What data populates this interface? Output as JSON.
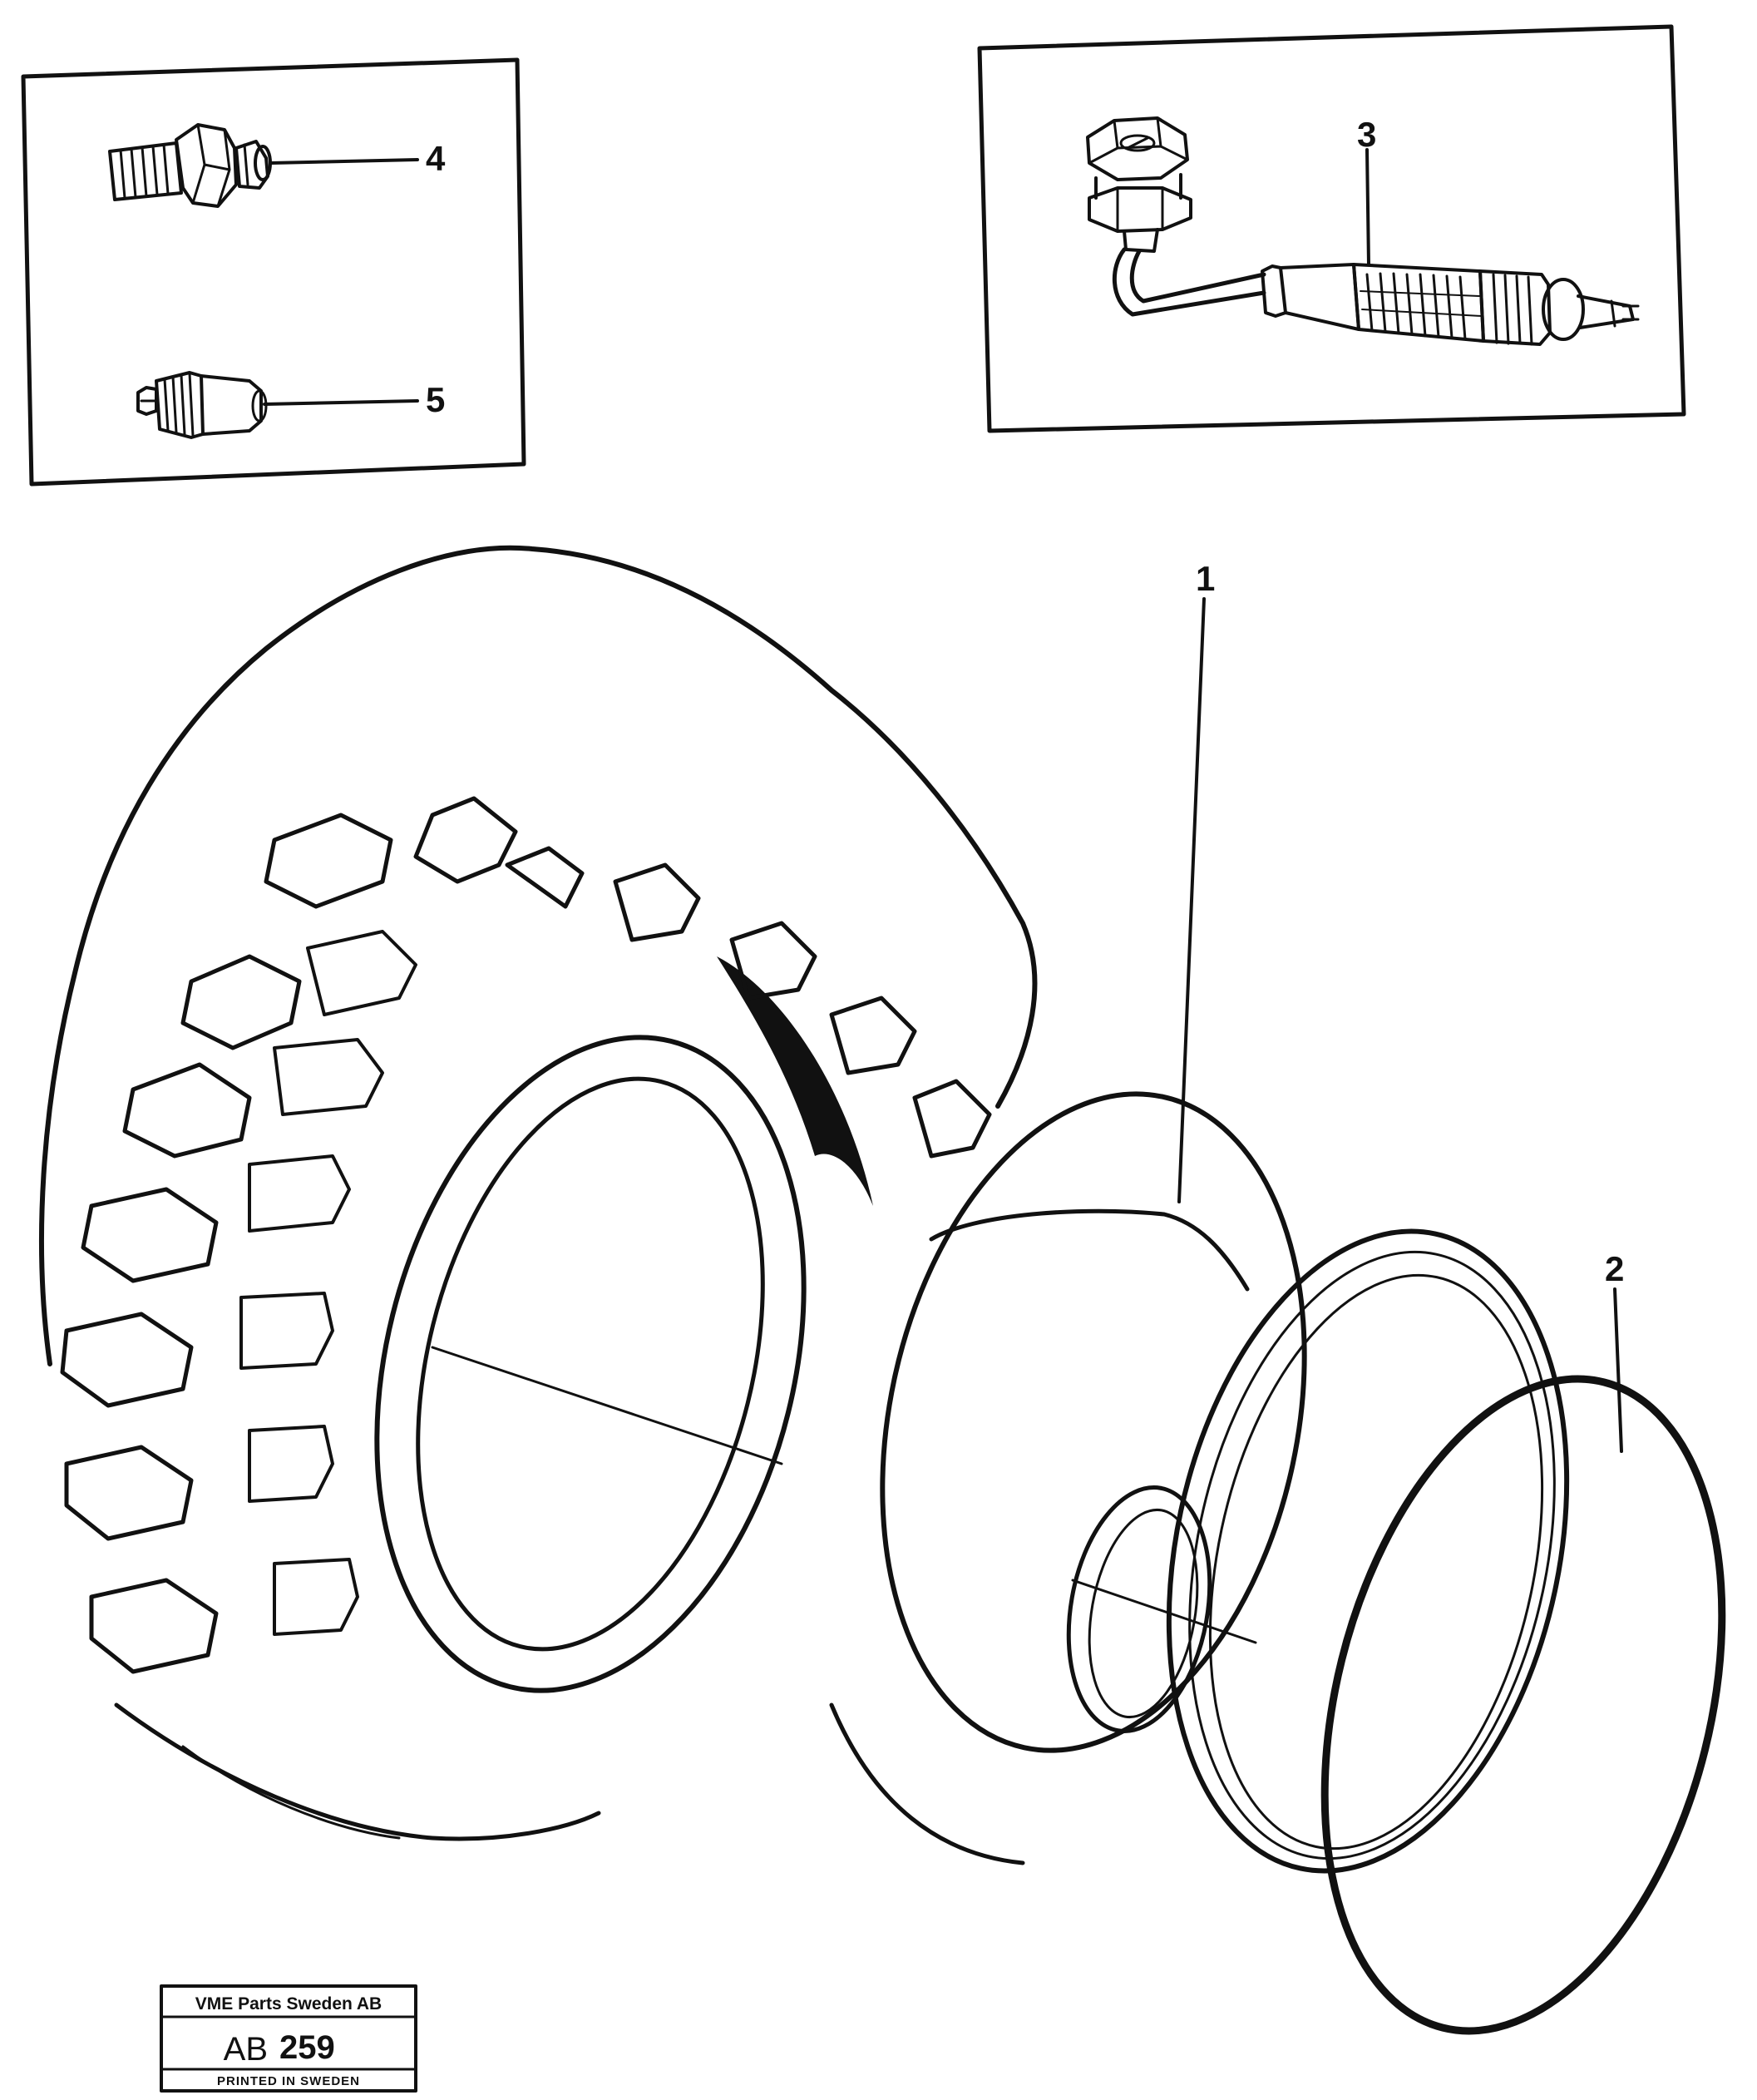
{
  "callouts": {
    "rim": "1",
    "ring": "2",
    "valve_extension": "3",
    "valve_adapter": "4",
    "valve_cap": "5"
  },
  "stamp": {
    "company": "VME Parts Sweden AB",
    "code_prefix": "AB",
    "code_number": "259",
    "printed": "PRINTED IN SWEDEN"
  }
}
